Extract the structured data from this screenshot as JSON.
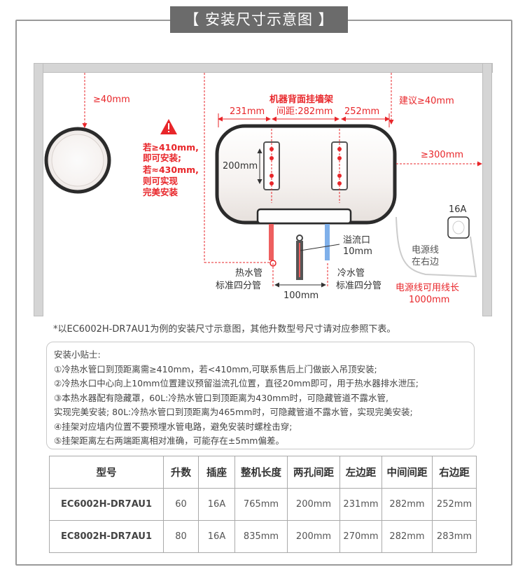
{
  "header": {
    "title": "【 安装尺寸示意图 】"
  },
  "diagram": {
    "top_clear_left": "≥40mm",
    "warning_lines": [
      "若≥410mm,",
      "即可安装;",
      "若≈430mm,",
      "则可实现",
      "完美安装"
    ],
    "bracket_title": "机器背面挂墙架",
    "hole_spacing": "间距:282mm",
    "left_dist": "231mm",
    "right_dist": "252mm",
    "top_clear_right": "建议≥40mm",
    "side_clear": "≥300mm",
    "hole_height": "200mm",
    "socket": "16A",
    "overflow_label": [
      "溢流口",
      "10mm"
    ],
    "hot_pipe": [
      "热水管",
      "标准四分管"
    ],
    "cold_pipe": [
      "冷水管",
      "标准四分管"
    ],
    "power_line": [
      "电源线",
      "在右边"
    ],
    "pipe_spacing": "100mm",
    "cable_length": [
      "电源线可用线长",
      "1000mm"
    ]
  },
  "note": "*以EC6002H-DR7AU1为例的安装尺寸示意图，其他升数型号尺寸请对应参照下表。",
  "tips": {
    "title": "安装小贴士:",
    "items": [
      "①冷热水管口到顶距离需≥410mm，若<410mm,可联系售后上门做嵌入吊顶安装;",
      "②冷热水口中心向上10mm位置建议预留溢流孔位置，直径20mm即可，用于热水器排水泄压;",
      "③本热水器配有隐藏罩，60L:冷热水管口到顶距离为430mm时，可隐藏管道不露水管,",
      "实现完美安装; 80L:冷热水管口到顶距离为465mm时，可隐藏管道不露水管，实现完美安装;",
      "④挂架对应墙内位置不要预埋水管电路，避免安装时螺栓击穿;",
      "⑤挂架距离左右两端距离相对准确，可能存在±5mm偏差。"
    ]
  },
  "table": {
    "headers": [
      "型号",
      "升数",
      "插座",
      "整机长度",
      "两孔间距",
      "左边距",
      "中间间距",
      "右边距"
    ],
    "rows": [
      [
        "EC6002H-DR7AU1",
        "60",
        "16A",
        "765mm",
        "200mm",
        "231mm",
        "282mm",
        "252mm"
      ],
      [
        "EC8002H-DR7AU1",
        "80",
        "16A",
        "835mm",
        "200mm",
        "270mm",
        "282mm",
        "283mm"
      ]
    ]
  },
  "colors": {
    "red": "#e8262a",
    "hot": "#ee5f5f",
    "cold": "#7fb0ea",
    "frame": "#9a9a9a",
    "title_bg": "#6b6b6b"
  }
}
